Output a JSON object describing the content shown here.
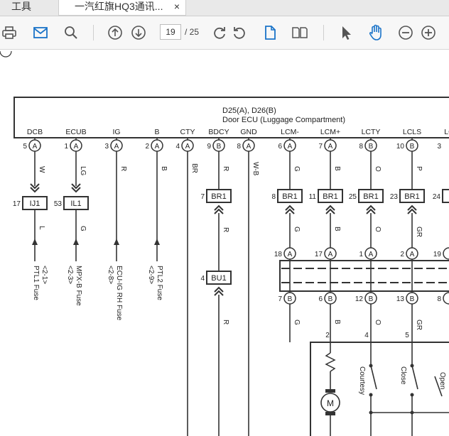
{
  "tabs": {
    "tools_label": "工具",
    "doc_label": "一汽红旗HQ3通讯...",
    "close_glyph": "×"
  },
  "toolbar": {
    "current_page": "19",
    "total_pages": "/ 25",
    "icons": [
      "print-icon",
      "mail-icon",
      "search-icon",
      "page-up-icon",
      "page-down-icon",
      "rotate-cw-icon",
      "rotate-ccw-icon",
      "single-page-icon",
      "two-page-icon",
      "select-cursor-icon",
      "hand-tool-icon",
      "zoom-out-icon",
      "zoom-in-icon"
    ],
    "accent": "#1a73c8"
  },
  "diagram": {
    "title_line1": "D25(A), D26(B)",
    "title_line2": "Door ECU (Luggage Compartment)",
    "pins": [
      {
        "label": "DCB",
        "num": "5",
        "conn": "A",
        "wire": "W"
      },
      {
        "label": "ECUB",
        "num": "1",
        "conn": "A",
        "wire": "LG"
      },
      {
        "label": "IG",
        "num": "3",
        "conn": "A",
        "wire": "R"
      },
      {
        "label": "B",
        "num": "2",
        "conn": "A",
        "wire": "B"
      },
      {
        "label": "CTY",
        "num": "4",
        "conn": "A",
        "wire": "BR"
      },
      {
        "label": "BDCY",
        "num": "9",
        "conn": "B",
        "wire": "R"
      },
      {
        "label": "GND",
        "num": "8",
        "conn": "A",
        "wire": "W-B"
      },
      {
        "label": "LCM-",
        "num": "6",
        "conn": "A",
        "wire": "G"
      },
      {
        "label": "LCM+",
        "num": "7",
        "conn": "A",
        "wire": "B"
      },
      {
        "label": "LCTY",
        "num": "8",
        "conn": "B",
        "wire": "O"
      },
      {
        "label": "LCLS",
        "num": "10",
        "conn": "B",
        "wire": "P"
      },
      {
        "label": "LC",
        "num": "3",
        "conn": "",
        "wire": ""
      }
    ],
    "connectors_row1": [
      {
        "pin": "17",
        "name": "IJ1"
      },
      {
        "pin": "53",
        "name": "IL1"
      },
      {
        "pin": "7",
        "name": "BR1"
      },
      {
        "pin": "8",
        "name": "BR1"
      },
      {
        "pin": "11",
        "name": "BR1"
      },
      {
        "pin": "25",
        "name": "BR1"
      },
      {
        "pin": "23",
        "name": "BR1"
      },
      {
        "pin": "24",
        "name": "B"
      }
    ],
    "connector_bu1": {
      "pin": "4",
      "name": "BU1"
    },
    "wire_lower": [
      "L",
      "G",
      "R",
      "G",
      "B",
      "O",
      "GR",
      "R"
    ],
    "fuses": [
      "PTL1 Fuse",
      "<2-1>",
      "MPX-B Fuse",
      "<2-3>",
      "ECU-IG RH Fuse",
      "<2-8>",
      "PTL2 Fuse",
      "<2-9>"
    ],
    "terminals_upper": [
      {
        "num": "18",
        "conn": "A"
      },
      {
        "num": "17",
        "conn": "A"
      },
      {
        "num": "1",
        "conn": "A"
      },
      {
        "num": "2",
        "conn": "A"
      },
      {
        "num": "19",
        "conn": ""
      }
    ],
    "terminals_lower": [
      {
        "num": "7",
        "conn": "B",
        "wire": "G"
      },
      {
        "num": "6",
        "conn": "B",
        "wire": "B"
      },
      {
        "num": "12",
        "conn": "B",
        "wire": "O"
      },
      {
        "num": "13",
        "conn": "B",
        "wire": "GR"
      },
      {
        "num": "8",
        "conn": ""
      }
    ],
    "motor_pins": [
      "2",
      "4",
      "5"
    ],
    "motor_symbol": "M",
    "switch_labels": [
      "Courtesy",
      "Close",
      "Open"
    ]
  }
}
